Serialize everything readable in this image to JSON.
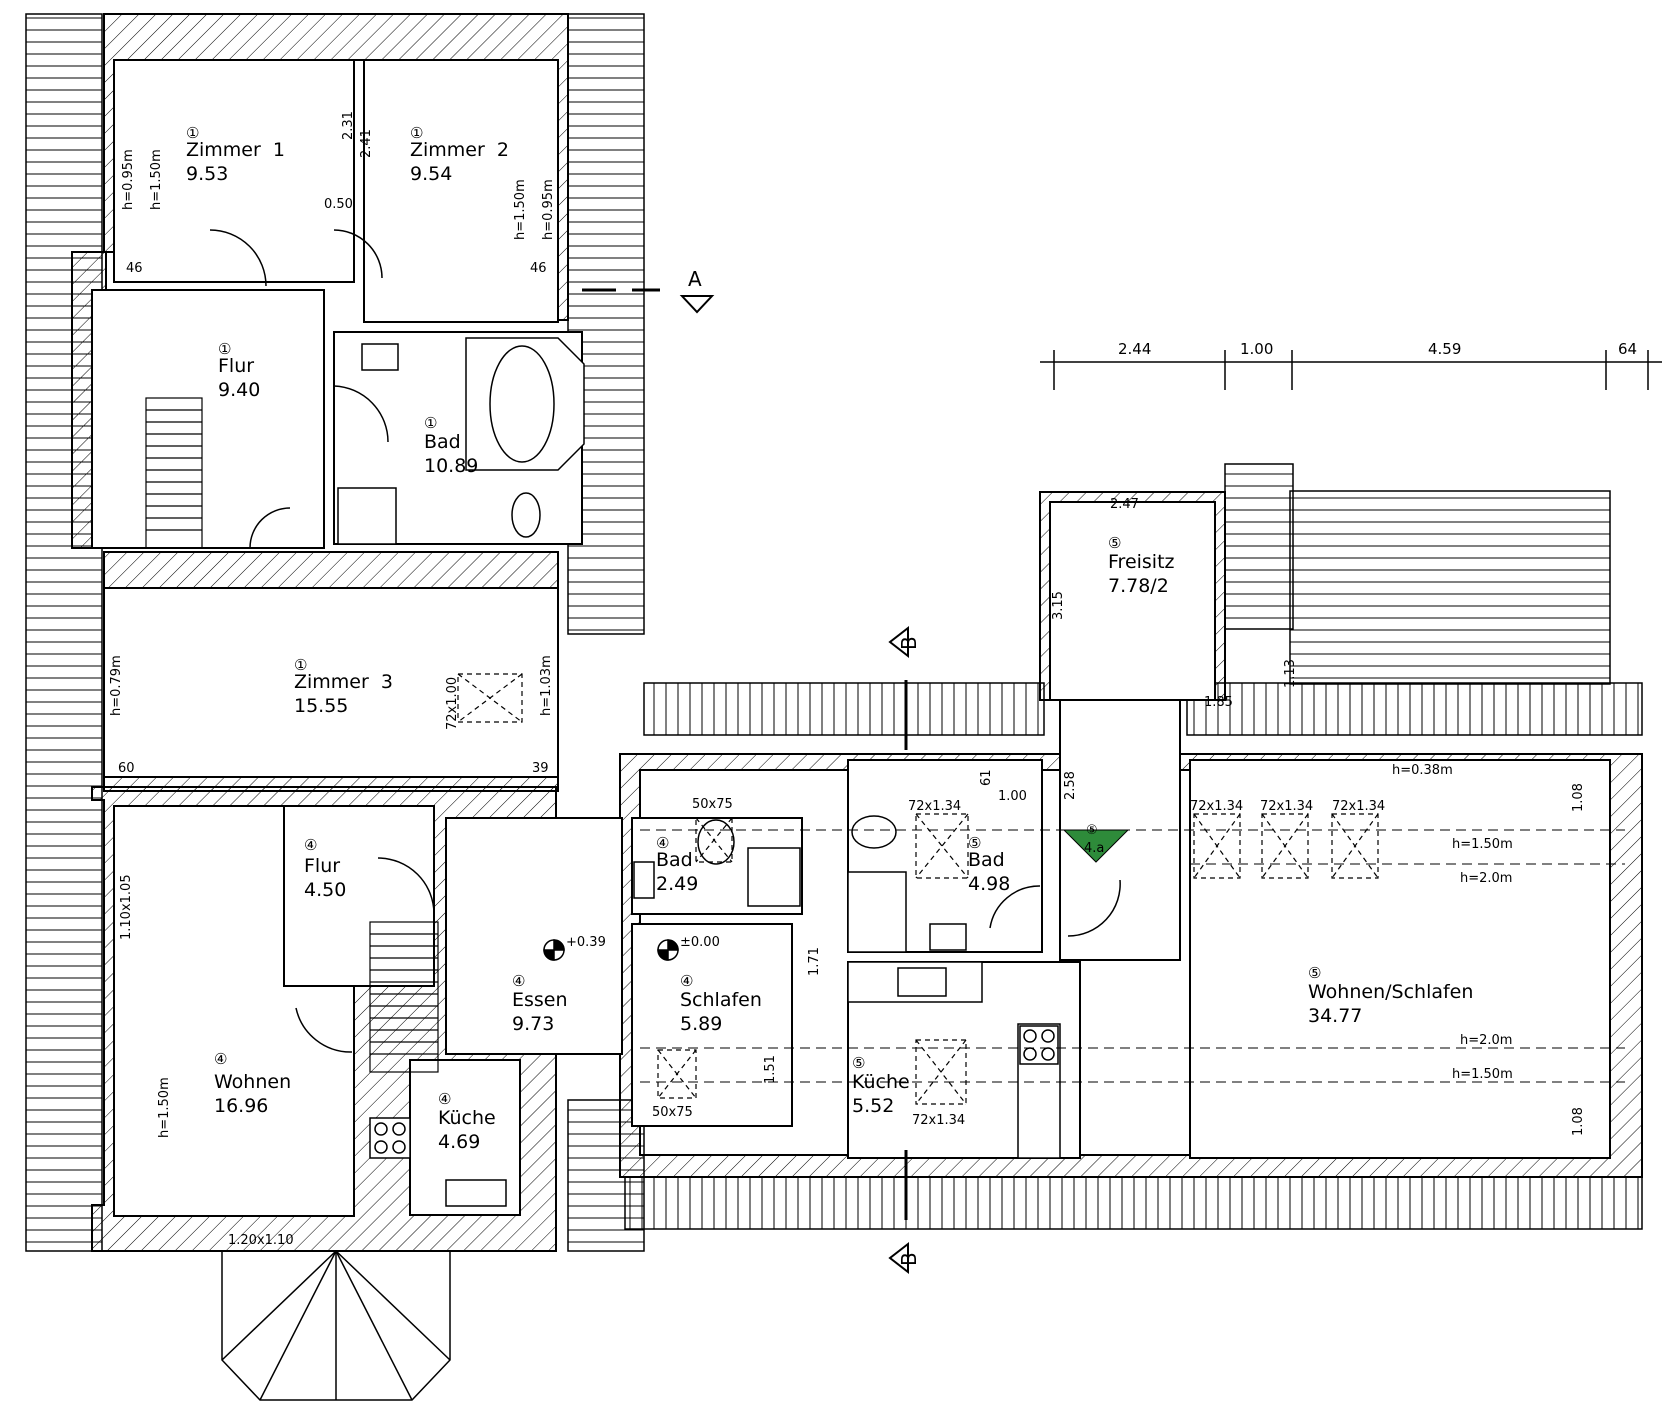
{
  "colors": {
    "line": "#000000",
    "hatch": "#000000",
    "marker": "#2e8b3a",
    "background": "#ffffff"
  },
  "rooms": [
    {
      "id": "zimmer1",
      "num": "①",
      "name": "Zimmer  1",
      "area": "9.53"
    },
    {
      "id": "zimmer2",
      "num": "①",
      "name": "Zimmer  2",
      "area": "9.54"
    },
    {
      "id": "flur1",
      "num": "①",
      "name": "Flur",
      "area": "9.40"
    },
    {
      "id": "bad1",
      "num": "①",
      "name": "Bad",
      "area": "10.89"
    },
    {
      "id": "zimmer3",
      "num": "①",
      "name": "Zimmer  3",
      "area": "15.55"
    },
    {
      "id": "flur4",
      "num": "④",
      "name": "Flur",
      "area": "4.50"
    },
    {
      "id": "wohnen4",
      "num": "④",
      "name": "Wohnen",
      "area": "16.96"
    },
    {
      "id": "essen4",
      "num": "④",
      "name": "Essen",
      "area": "9.73"
    },
    {
      "id": "kueche4",
      "num": "④",
      "name": "Küche",
      "area": "4.69"
    },
    {
      "id": "bad4",
      "num": "④",
      "name": "Bad",
      "area": "2.49"
    },
    {
      "id": "schlafen4",
      "num": "④",
      "name": "Schlafen",
      "area": "5.89"
    },
    {
      "id": "freisitz5",
      "num": "⑤",
      "name": "Freisitz",
      "area": "7.78/2"
    },
    {
      "id": "bad5",
      "num": "⑤",
      "name": "Bad",
      "area": "4.98"
    },
    {
      "id": "kueche5",
      "num": "⑤",
      "name": "Küche",
      "area": "5.52"
    },
    {
      "id": "wohnen5",
      "num": "⑤",
      "name": "Wohnen/Schlafen",
      "area": "34.77"
    }
  ],
  "dimension_chain": [
    "2.44",
    "1.00",
    "4.59",
    "64"
  ],
  "annotations": [
    "h=0.95m",
    "h=1.50m",
    "2.31",
    "2.41",
    "0.50",
    "46",
    "h=1.50m",
    "h=0.95m",
    "46",
    "h=0.79m",
    "72x1.00",
    "h=1.03m",
    "60",
    "39",
    "2.47",
    "3.15",
    "1.13",
    "1.85",
    "50x75",
    "61",
    "1.00",
    "2.58",
    "72x1.34",
    "h=0.38m",
    "72x1.34",
    "72x1.34",
    "72x1.34",
    "1.08",
    "h=1.50m",
    "h=2.0m",
    "1.10x1.05",
    "+0.39",
    "±0.00",
    "1.71",
    "h=2.0m",
    "h=1.50m",
    "1.51",
    "50x75",
    "72x1.34",
    "1.08",
    "h=1.50m",
    "1.20x1.10"
  ],
  "section_labels": {
    "a": "A",
    "b_top": "B",
    "b_bottom": "B"
  },
  "level_marker": {
    "num": "⑤",
    "value": "4.a"
  }
}
